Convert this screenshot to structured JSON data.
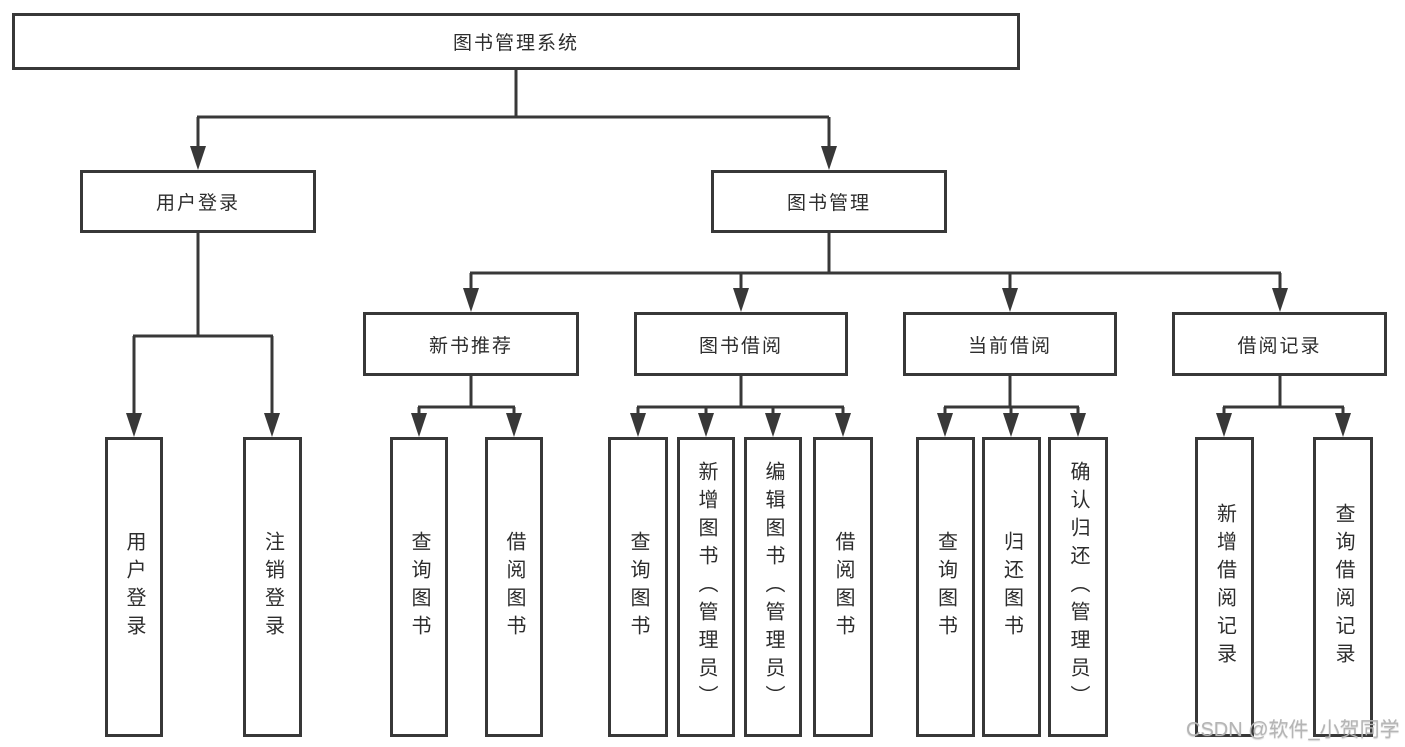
{
  "diagram": {
    "root": {
      "label": "图书管理系统"
    },
    "level2": [
      {
        "label": "用户登录"
      },
      {
        "label": "图书管理"
      }
    ],
    "level3": [
      {
        "label": "新书推荐"
      },
      {
        "label": "图书借阅"
      },
      {
        "label": "当前借阅"
      },
      {
        "label": "借阅记录"
      }
    ],
    "leaves": {
      "user_login": [
        {
          "label": "用户登录"
        },
        {
          "label": "注销登录"
        }
      ],
      "new_book": [
        {
          "label": "查询图书"
        },
        {
          "label": "借阅图书"
        }
      ],
      "book_borrow": [
        {
          "label": "查询图书"
        },
        {
          "label": "新增图书（管理员）"
        },
        {
          "label": "编辑图书（管理员）"
        },
        {
          "label": "借阅图书"
        }
      ],
      "current_borrow": [
        {
          "label": "查询图书"
        },
        {
          "label": "归还图书"
        },
        {
          "label": "确认归还（管理员）"
        }
      ],
      "borrow_record": [
        {
          "label": "新增借阅记录"
        },
        {
          "label": "查询借阅记录"
        }
      ]
    },
    "structure": [
      {
        "parent": "图书管理系统",
        "children": [
          "用户登录",
          "图书管理"
        ]
      },
      {
        "parent": "用户登录",
        "children": [
          "用户登录",
          "注销登录"
        ]
      },
      {
        "parent": "图书管理",
        "children": [
          "新书推荐",
          "图书借阅",
          "当前借阅",
          "借阅记录"
        ]
      },
      {
        "parent": "新书推荐",
        "children": [
          "查询图书",
          "借阅图书"
        ]
      },
      {
        "parent": "图书借阅",
        "children": [
          "查询图书",
          "新增图书（管理员）",
          "编辑图书（管理员）",
          "借阅图书"
        ]
      },
      {
        "parent": "当前借阅",
        "children": [
          "查询图书",
          "归还图书",
          "确认归还（管理员）"
        ]
      },
      {
        "parent": "借阅记录",
        "children": [
          "新增借阅记录",
          "查询借阅记录"
        ]
      }
    ],
    "colors": {
      "line": "#383838",
      "text": "#2d2d2d",
      "watermark": "#b5b5b5",
      "background": "#ffffff"
    }
  },
  "watermark": {
    "text": "CSDN @软件_小贺同学"
  }
}
